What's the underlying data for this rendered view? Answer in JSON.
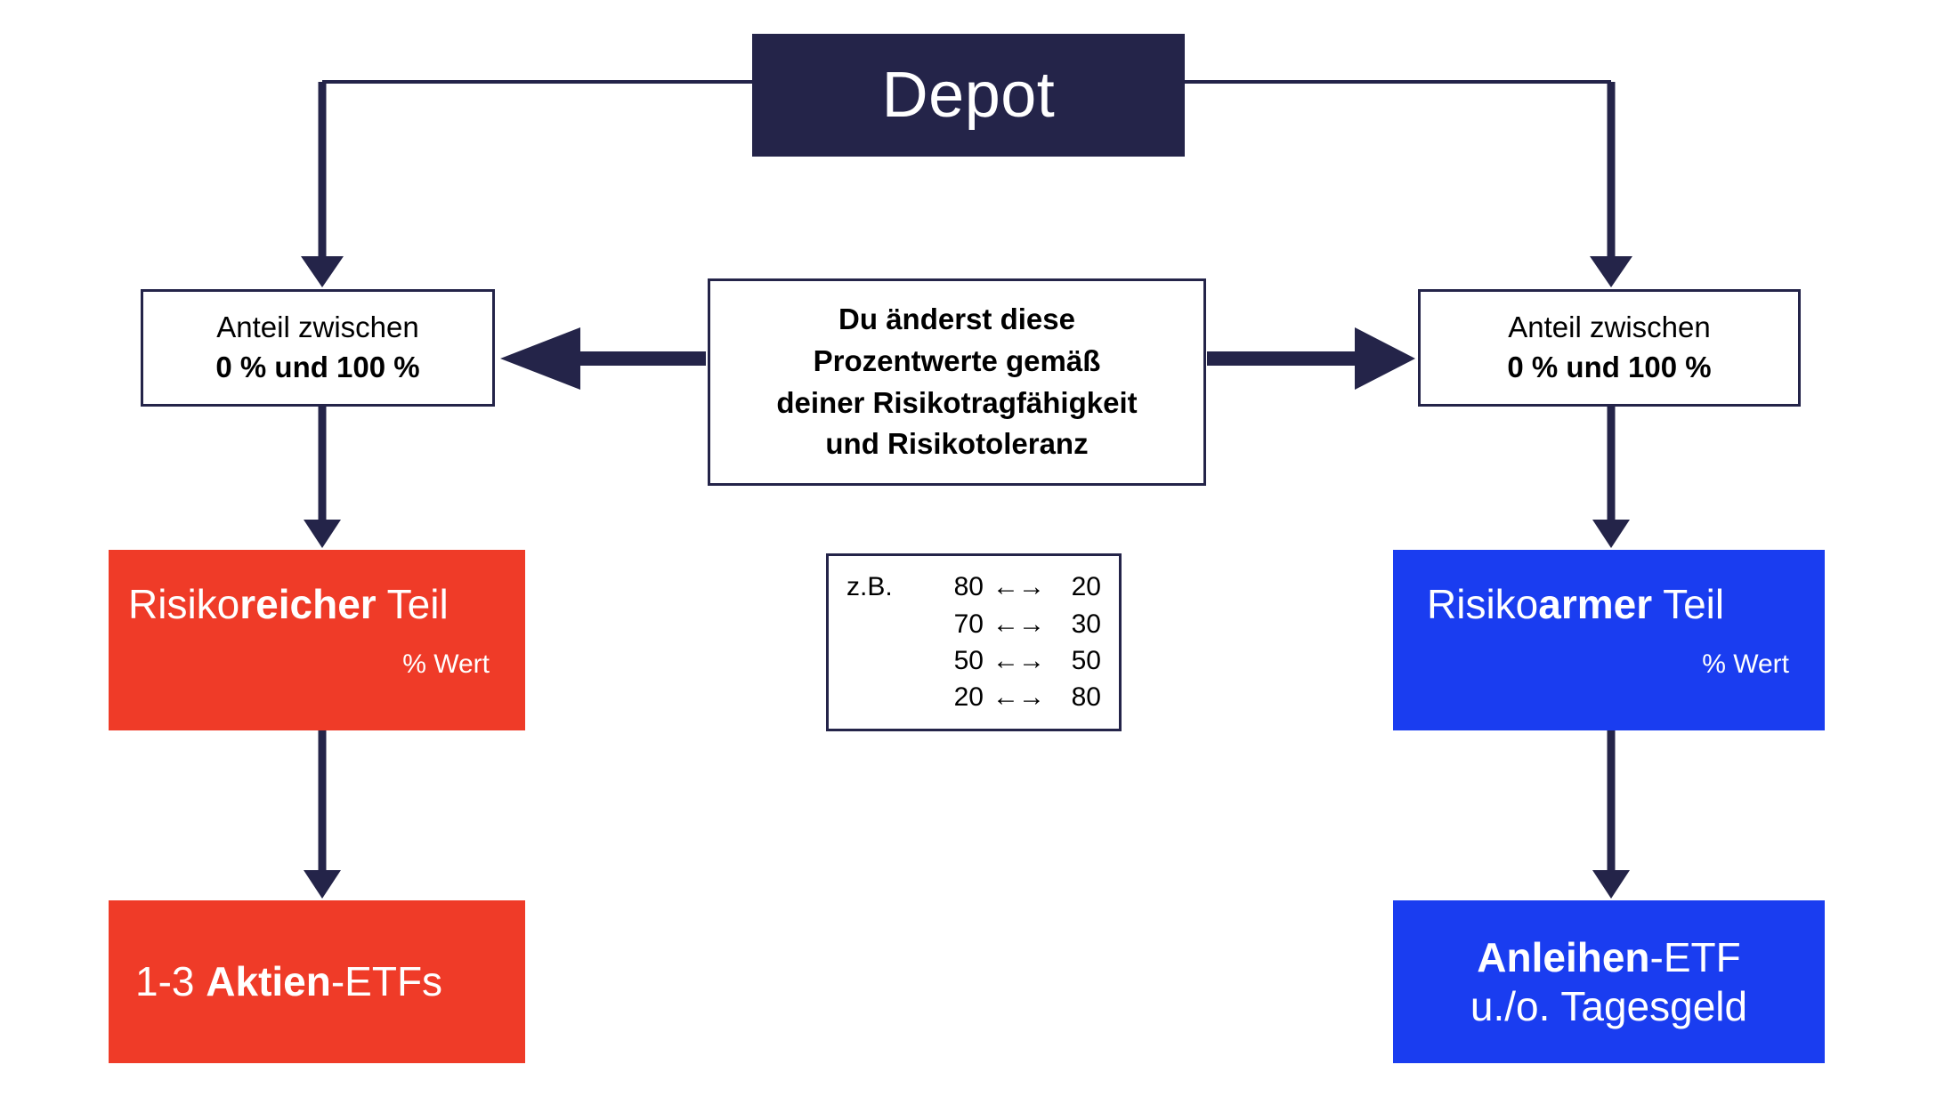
{
  "diagram": {
    "title": "Depot",
    "header": {
      "label": "Depot"
    },
    "allocation_left": {
      "line1": "Anteil zwischen",
      "line2": "0 % und 100 %"
    },
    "allocation_right": {
      "line1": "Anteil zwischen",
      "line2": "0 % und 100 %"
    },
    "instruction": {
      "line1": "Du änderst diese",
      "line2": "Prozentwerte gemäß",
      "line3": "deiner Risikotragfähigkeit",
      "line4": "und Risikotoleranz"
    },
    "example": {
      "label": "z.B.",
      "arrow_symbol": "←→",
      "rows": [
        {
          "left": "80",
          "arrows": "←→",
          "right": "20"
        },
        {
          "left": "70",
          "arrows": "←→",
          "right": "30"
        },
        {
          "left": "50",
          "arrows": "←→",
          "right": "50"
        },
        {
          "left": "20",
          "arrows": "←→",
          "right": "80"
        }
      ]
    },
    "risk_high": {
      "title_prefix": "Risiko",
      "title_bold": "reicher",
      "title_suffix": " Teil",
      "subtitle": "% Wert",
      "color": "#ef3b28"
    },
    "risk_low": {
      "title_prefix": "Risiko",
      "title_bold": "armer",
      "title_suffix": " Teil",
      "subtitle": "% Wert",
      "color": "#1a3df0"
    },
    "etf_high": {
      "prefix": "1-3 ",
      "bold": "Aktien",
      "suffix": "-ETFs",
      "color": "#ef3b28"
    },
    "etf_low": {
      "line1_bold": "Anleihen",
      "line1_suffix": "-ETF",
      "line2": "u./o. Tagesgeld",
      "color": "#1a3df0"
    },
    "colors": {
      "navy": "#242449",
      "red": "#ef3b28",
      "blue": "#1a3df0",
      "background": "#ffffff",
      "text_on_dark": "#ffffff",
      "text_on_light": "#000000"
    }
  }
}
